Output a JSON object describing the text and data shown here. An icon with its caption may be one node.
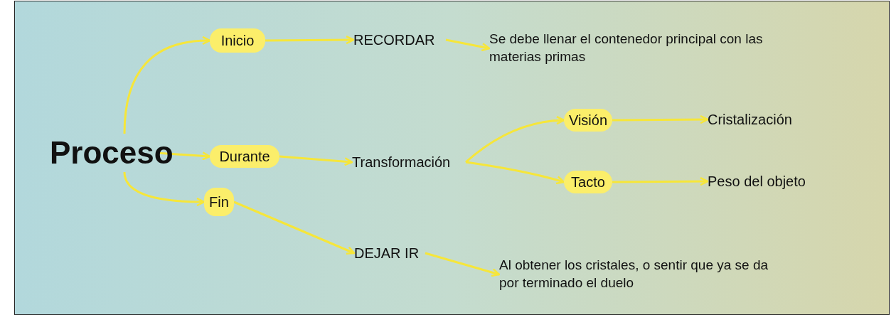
{
  "diagram": {
    "nodes": [
      {
        "text": [
          "Proceso"
        ]
      },
      {
        "text": [
          "Inicio"
        ]
      },
      {
        "text": [
          "Durante"
        ]
      },
      {
        "text": [
          "Fin"
        ]
      },
      {
        "text": [
          "RECORDAR"
        ]
      },
      {
        "text": [
          "Se debe llenar el contenedor principal con las materias primas"
        ]
      },
      {
        "text": [
          "Transformación"
        ]
      },
      {
        "text": [
          "Visión"
        ]
      },
      {
        "text": [
          "Tacto"
        ]
      },
      {
        "text": [
          "Cristalización"
        ]
      },
      {
        "text": [
          "Peso del objeto"
        ]
      },
      {
        "text": [
          "DEJAR IR"
        ]
      },
      {
        "text": [
          "Al obtener los cristales, o sentir que ya se da por terminado el duelo"
        ]
      }
    ],
    "edges": [
      {
        "from": 0,
        "to": 1,
        "arrow": "to"
      },
      {
        "from": 0,
        "to": 2,
        "arrow": "to"
      },
      {
        "from": 0,
        "to": 3,
        "arrow": "to"
      },
      {
        "from": 1,
        "to": 4,
        "arrow": "to"
      },
      {
        "from": 4,
        "to": 5,
        "arrow": "to"
      },
      {
        "from": 2,
        "to": 6,
        "arrow": "to"
      },
      {
        "from": 6,
        "to": 7,
        "arrow": "to"
      },
      {
        "from": 6,
        "to": 8,
        "arrow": "to"
      },
      {
        "from": 7,
        "to": 9,
        "arrow": "to"
      },
      {
        "from": 8,
        "to": 10,
        "arrow": "to"
      },
      {
        "from": 3,
        "to": 11,
        "arrow": "to"
      },
      {
        "from": 11,
        "to": 12,
        "arrow": "to"
      }
    ]
  }
}
